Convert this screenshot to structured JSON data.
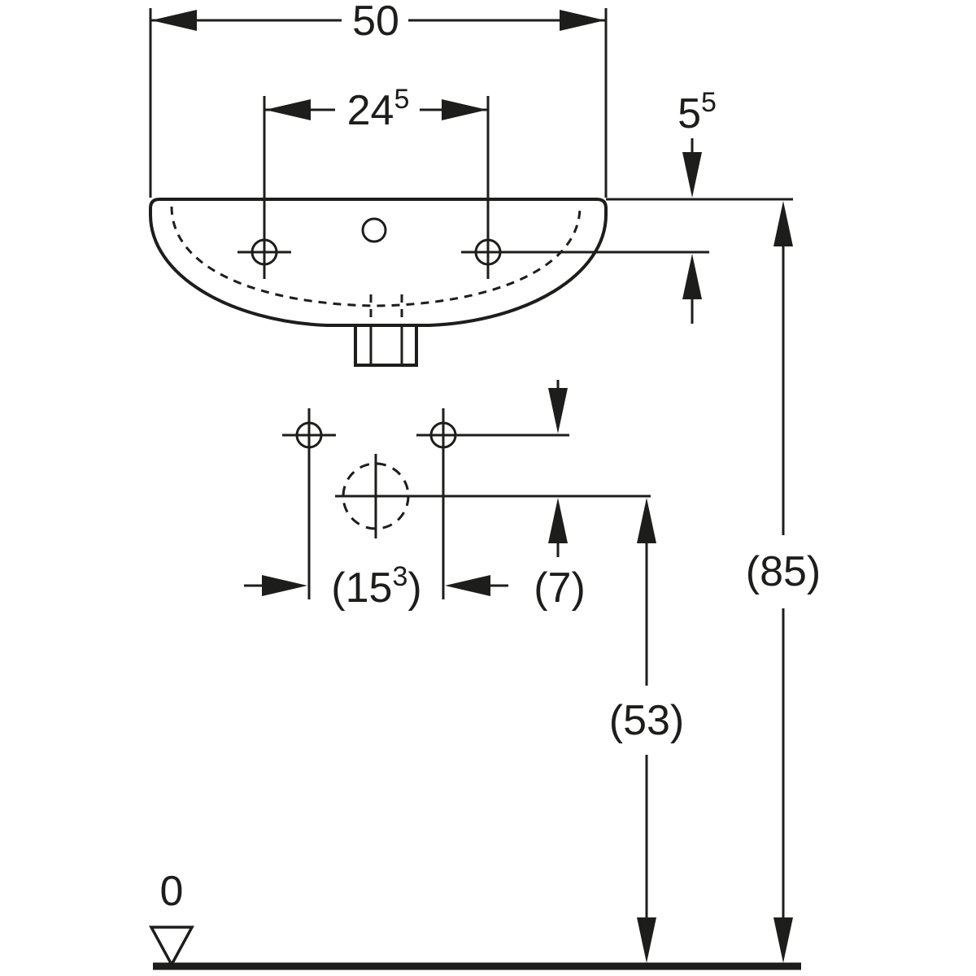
{
  "drawing": {
    "type": "washbasin-technical-dimension-drawing",
    "colors": {
      "line": "#1d1d1b",
      "background": "#ffffff"
    },
    "dimensions": {
      "overall_width": {
        "pre": "50",
        "sup": "",
        "post": ""
      },
      "tap_hole_spacing": {
        "pre": "24",
        "sup": "5",
        "post": ""
      },
      "rim_to_tap_hole": {
        "pre": "5",
        "sup": "5",
        "post": ""
      },
      "fixing_hole_spacing": {
        "pre": "(15",
        "sup": "3",
        "post": ")"
      },
      "fixing_to_drain": {
        "pre": "(7)",
        "sup": "",
        "post": ""
      },
      "drain_height": {
        "pre": "(53)",
        "sup": "",
        "post": ""
      },
      "rim_height": {
        "pre": "(85)",
        "sup": "",
        "post": ""
      },
      "datum_level": {
        "pre": "0",
        "sup": "",
        "post": ""
      }
    }
  }
}
